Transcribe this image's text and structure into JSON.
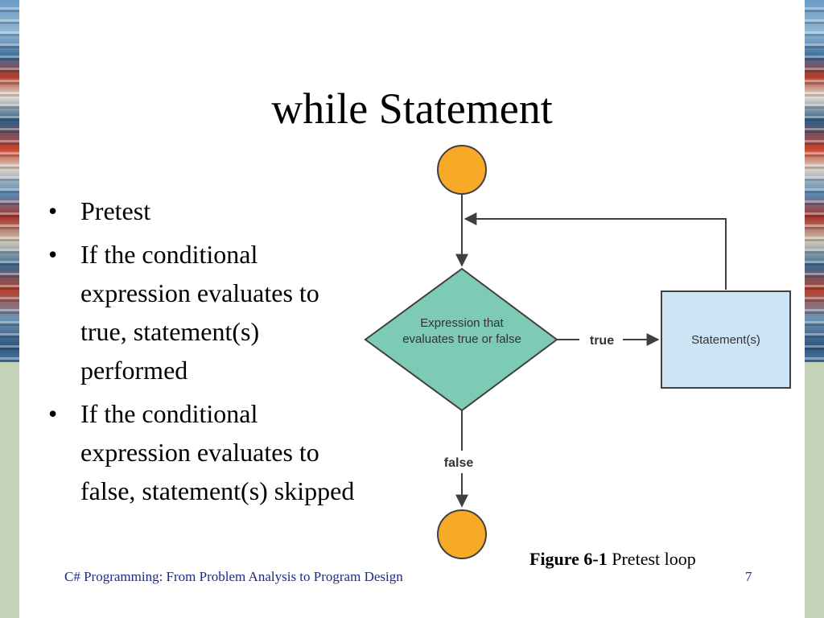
{
  "slide": {
    "title": "while Statement",
    "bullets": [
      {
        "text": "Pretest"
      },
      {
        "text": "If the conditional expression evaluates to true, statement(s) performed"
      },
      {
        "text": "If the conditional expression evaluates to false, statement(s) skipped"
      }
    ]
  },
  "diagram": {
    "decision_line1": "Expression that",
    "decision_line2": "evaluates true or false",
    "true_label": "true",
    "false_label": "false",
    "statement_label": "Statement(s)",
    "colors": {
      "terminal": "#f7a928",
      "decision": "#7dcab5",
      "statement": "#cde4f5",
      "stroke": "#404040"
    }
  },
  "caption": {
    "figure_number": "Figure 6-1",
    "figure_title": "Pretest loop"
  },
  "footer": {
    "course_title": "C# Programming: From Problem Analysis to Program Design",
    "page_number": "7"
  }
}
